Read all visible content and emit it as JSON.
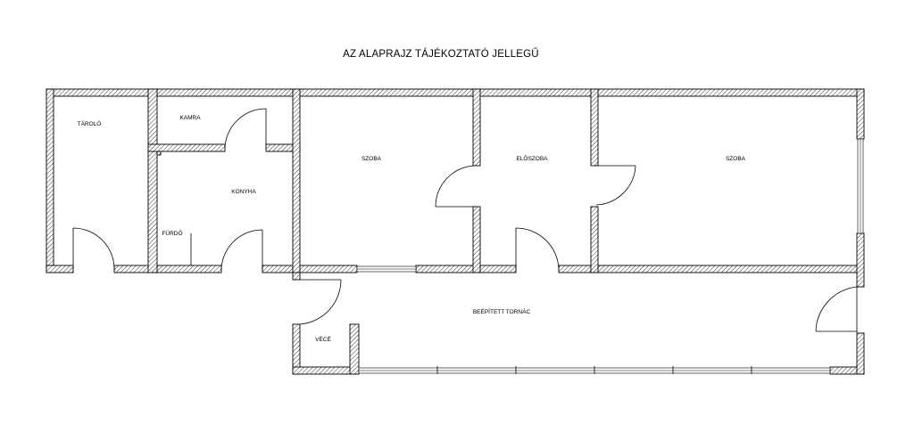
{
  "title": "AZ ALAPRAJZ TÁJÉKOZTATÓ JELLEGŰ",
  "rooms": {
    "tarolo": "TÁROLÓ",
    "kamra": "KAMRA",
    "konyha": "KONYHA",
    "furdo": "FÜRDŐ",
    "szoba_left": "SZOBA",
    "eloszoba": "ELŐSZOBA",
    "szoba_right": "SZOBA",
    "terrace": "BEÉPÍTETT TORNÁC",
    "wc": "VÉCÉ"
  },
  "colors": {
    "line": "#000000",
    "background": "#ffffff"
  }
}
